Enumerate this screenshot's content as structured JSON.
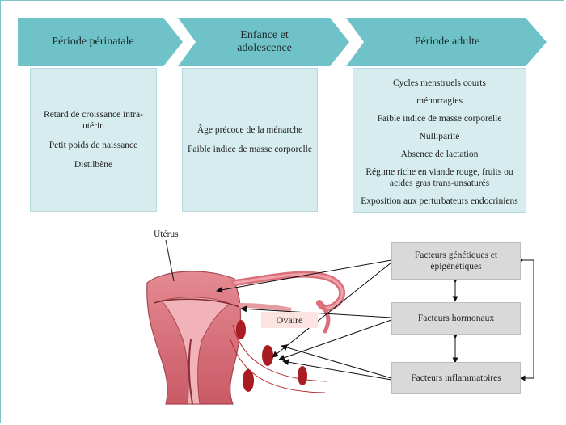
{
  "stages": [
    {
      "title": "Période périnatale",
      "items": [
        "Retard de croissance intra-utérin",
        "Petit poids de naissance",
        "Distilbène"
      ]
    },
    {
      "title": "Enfance et\nadolescence",
      "items": [
        "Âge précoce de la ménarche",
        "Faible indice de masse corporelle"
      ]
    },
    {
      "title": "Période adulte",
      "items": [
        "Cycles menstruels courts",
        "ménorragies",
        "Faible indice de masse corporelle",
        "Nulliparité",
        "Absence de lactation",
        "Régime riche en viande rouge, fruits ou acides gras trans-unsaturés",
        "Exposition aux perturbateurs endocriniens"
      ]
    }
  ],
  "anatomy": {
    "uterus_label": "Utérus",
    "ovary_label": "Ovaire"
  },
  "factors": {
    "genetic": "Facteurs génétiques et épigénétiques",
    "hormonal": "Facteurs hormonaux",
    "inflammatory": "Facteurs inflammatoires"
  },
  "colors": {
    "chevron": "#6fc3c8",
    "column": "#d6ecee",
    "factor_box": "#d9d9d9",
    "lesion": "#a81c22",
    "uterus": "#d9707a"
  }
}
